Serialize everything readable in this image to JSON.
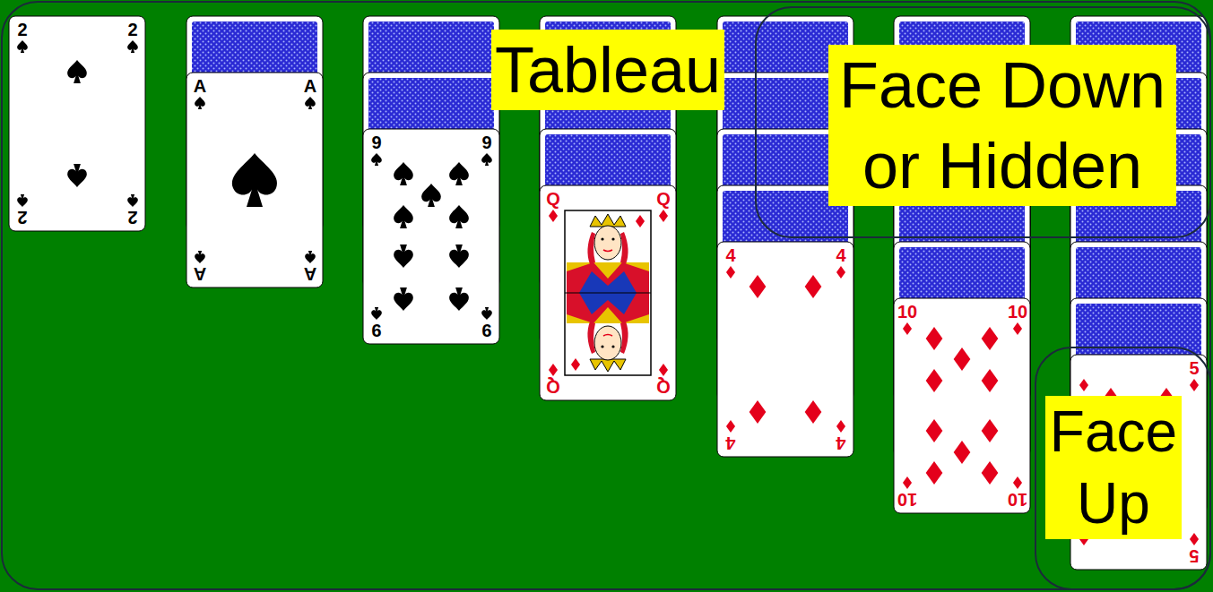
{
  "diagram": {
    "nodes": [
      {
        "text": [
          "Tableau"
        ]
      },
      {
        "text": [
          "Face Down or Hidden"
        ]
      },
      {
        "text": [
          "Face Up"
        ]
      }
    ],
    "labels": [
      "2",
      "2",
      "2",
      "2",
      "A",
      "A",
      "A",
      "A",
      "9",
      "9",
      "9",
      "9",
      "Q",
      "Q",
      "Q",
      "Q",
      "4",
      "4",
      "4",
      "4",
      "10",
      "10",
      "10",
      "10",
      "5",
      "5"
    ]
  }
}
